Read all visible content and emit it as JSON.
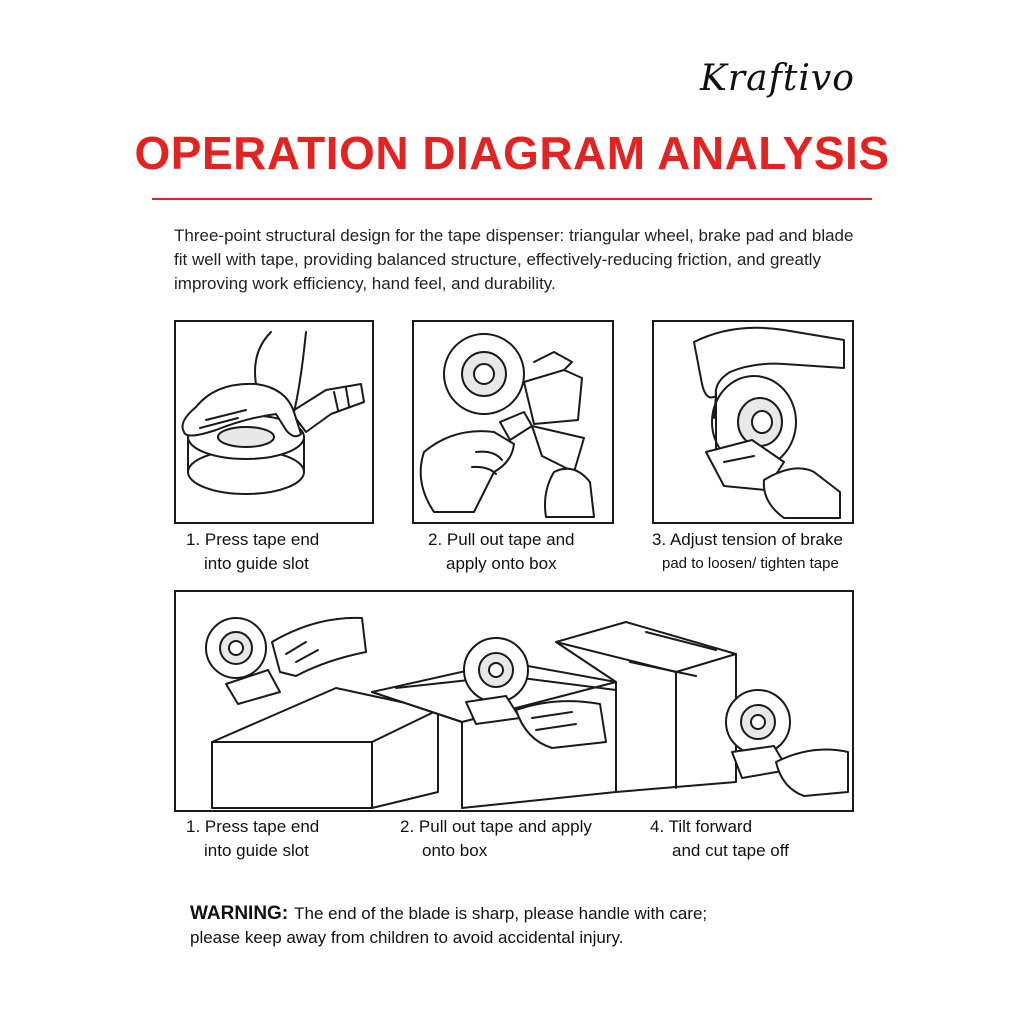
{
  "brand": "Kraftivo",
  "title": "OPERATION DIAGRAM ANALYSIS",
  "intro": "Three-point structural design for the tape dispenser: triangular wheel, brake pad and blade fit well with tape, providing balanced structure, effectively-reducing friction, and greatly improving work efficiency, hand feel, and durability.",
  "top_steps": [
    {
      "line1": "1. Press tape end",
      "line2": "into guide slot"
    },
    {
      "line1": "2. Pull out tape and",
      "line2": "apply onto box"
    },
    {
      "line1": "3. Adjust tension of brake",
      "line2": "pad to loosen/ tighten tape"
    }
  ],
  "bottom_steps": [
    {
      "line1": "1. Press tape end",
      "line2": "into guide slot"
    },
    {
      "line1": "2. Pull out tape and apply",
      "line2": "onto box"
    },
    {
      "line1": "4. Tilt forward",
      "line2": "and cut tape off"
    }
  ],
  "warning": {
    "label": "WARNING:",
    "line1": "The end of the blade is sharp, please handle with care;",
    "line2": "please keep away from children to avoid accidental injury."
  },
  "colors": {
    "accent": "#e32222",
    "ink": "#1a1a1a"
  }
}
